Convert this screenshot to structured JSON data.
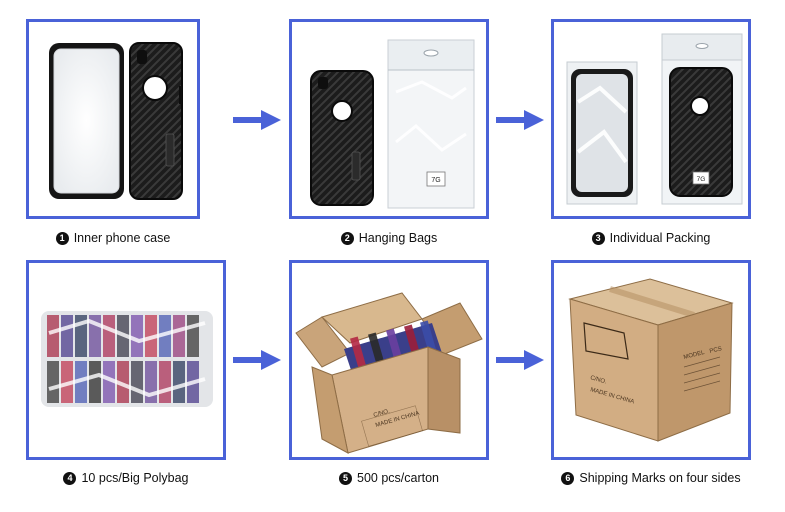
{
  "colors": {
    "frame": "#4a62d8",
    "arrow": "#4a62d8",
    "step_number_bg": "#111111"
  },
  "steps": [
    {
      "number": "1",
      "label": "Inner phone case"
    },
    {
      "number": "2",
      "label": "Hanging Bags"
    },
    {
      "number": "3",
      "label": "Individual Packing"
    },
    {
      "number": "4",
      "label": "10 pcs/Big Polybag"
    },
    {
      "number": "5",
      "label": "500 pcs/carton"
    },
    {
      "number": "6",
      "label": "Shipping Marks on four sides"
    }
  ],
  "bag_label": "7G",
  "bag_label_small": "7G",
  "carton_marks": {
    "front": "C/NO.",
    "made_in": "MADE IN CHINA",
    "side_model": "MODEL",
    "side_pcs": "PCS"
  },
  "icons": [
    "right-arrow-icon"
  ]
}
